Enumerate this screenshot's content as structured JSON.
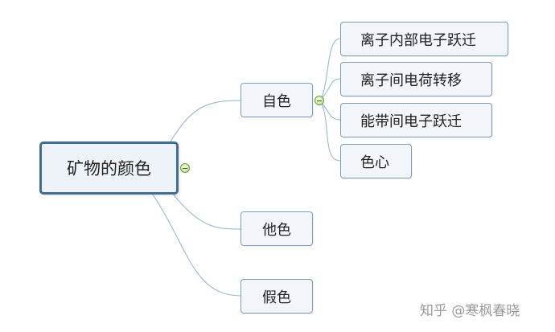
{
  "mindmap": {
    "root": {
      "label": "矿物的颜色"
    },
    "branches": [
      {
        "label": "自色",
        "children": [
          {
            "label": "离子内部电子跃迁"
          },
          {
            "label": "离子间电荷转移"
          },
          {
            "label": "能带间电子跃迁"
          },
          {
            "label": "色心"
          }
        ]
      },
      {
        "label": "他色"
      },
      {
        "label": "假色"
      }
    ]
  },
  "watermark": "知乎 @寒枫春晓",
  "colors": {
    "connector": "#8fb3cc",
    "node_border": "#7f9bb5",
    "root_border": "#3c6e96",
    "node_fill": "#f2f6fb"
  }
}
